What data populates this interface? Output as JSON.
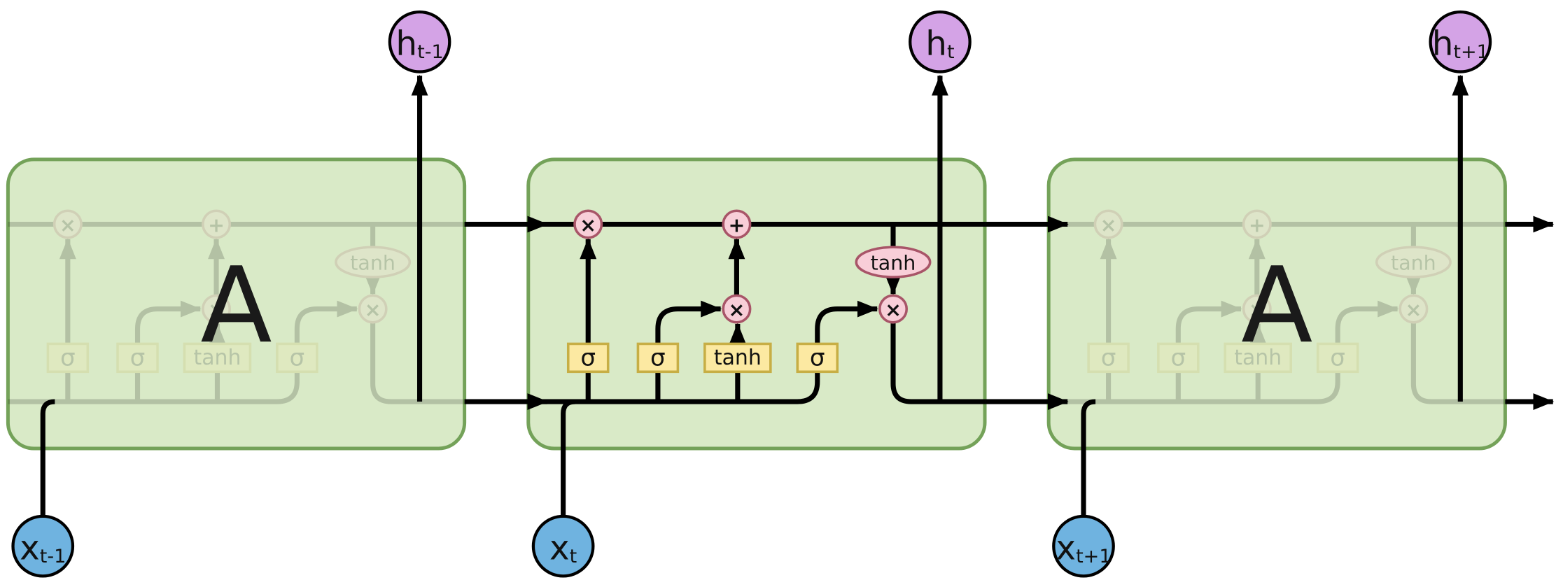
{
  "cells": {
    "previous": {
      "name": "A"
    },
    "next": {
      "name": "A"
    }
  },
  "gates": {
    "forget_sigma": "σ",
    "input_sigma": "σ",
    "candidate_tanh": "tanh",
    "output_sigma": "σ"
  },
  "operations": {
    "forget_multiply": "×",
    "cell_add": "+",
    "input_multiply": "×",
    "output_multiply": "×",
    "cell_tanh": "tanh"
  },
  "outputs": {
    "previous": {
      "base": "h",
      "subscript": "t-1"
    },
    "current": {
      "base": "h",
      "subscript": "t"
    },
    "next": {
      "base": "h",
      "subscript": "t+1"
    }
  },
  "inputs": {
    "previous": {
      "base": "x",
      "subscript": "t-1"
    },
    "current": {
      "base": "x",
      "subscript": "t"
    },
    "next": {
      "base": "x",
      "subscript": "t+1"
    }
  },
  "colors": {
    "cell_fill": "#d9eac7",
    "cell_border": "#74a259",
    "gate_fill": "#fce9a2",
    "gate_border": "#c7ae45",
    "op_fill": "#f8ced8",
    "op_border": "#a85568",
    "output_fill": "#d4a3e6",
    "input_fill": "#6fb3e0",
    "line": "#000000"
  }
}
